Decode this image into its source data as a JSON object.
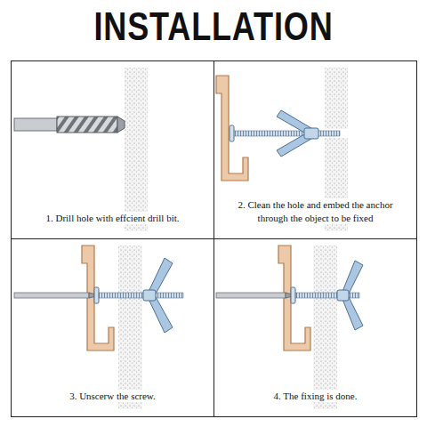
{
  "diagram": {
    "title": "INSTALLATION",
    "nodes": [
      {
        "text": [
          "1. Drill hole with effcient drill bit."
        ]
      },
      {
        "text": [
          "2. Clean the hole and embed the anchor through the object to be fixed"
        ]
      },
      {
        "text": [
          "3. Unscerw the screw."
        ]
      },
      {
        "text": [
          "4. The fixing is done."
        ]
      }
    ]
  }
}
